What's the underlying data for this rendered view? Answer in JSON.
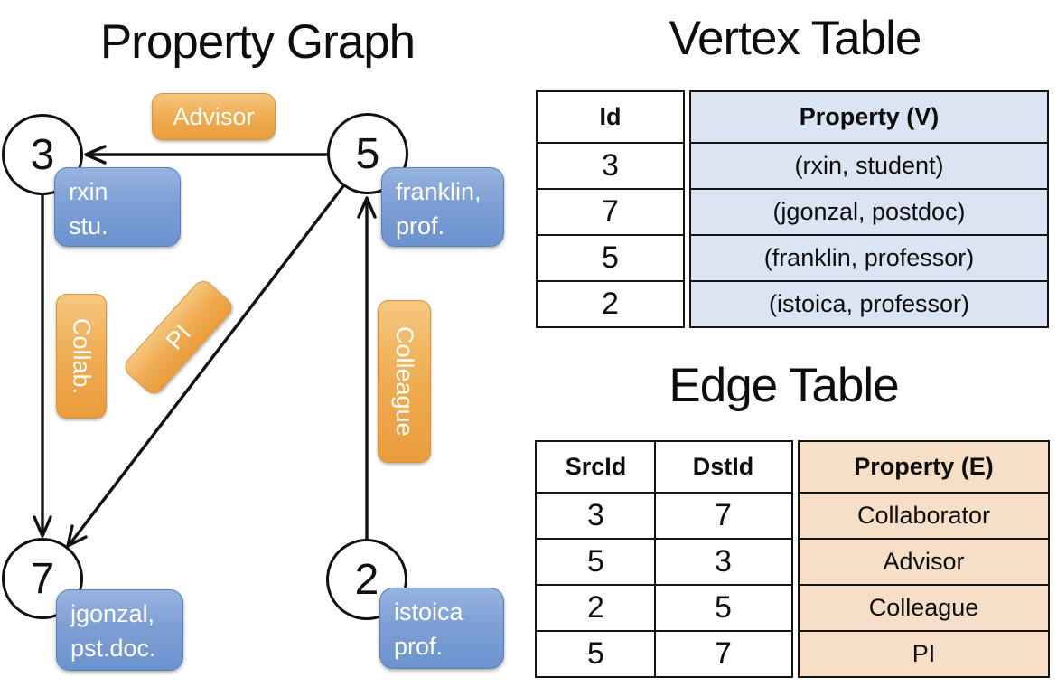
{
  "graph": {
    "title": "Property Graph",
    "nodes": [
      {
        "label": "3"
      },
      {
        "label": "5"
      },
      {
        "label": "7"
      },
      {
        "label": "2"
      }
    ],
    "vertex_boxes": [
      {
        "line1": "rxin",
        "line2": "stu."
      },
      {
        "line1": "franklin,",
        "line2": "prof."
      },
      {
        "line1": "jgonzal,",
        "line2": "pst.doc."
      },
      {
        "line1": "istoica",
        "line2": "prof."
      }
    ],
    "edge_labels": [
      {
        "name": "Advisor"
      },
      {
        "name": "Collab."
      },
      {
        "name": "PI"
      },
      {
        "name": "Colleague"
      }
    ]
  },
  "vertex_table": {
    "title": "Vertex Table",
    "headers": {
      "id": "Id",
      "property": "Property (V)"
    },
    "rows": [
      {
        "id": "3",
        "property": "(rxin, student)"
      },
      {
        "id": "7",
        "property": "(jgonzal, postdoc)"
      },
      {
        "id": "5",
        "property": "(franklin, professor)"
      },
      {
        "id": "2",
        "property": "(istoica, professor)"
      }
    ]
  },
  "edge_table": {
    "title": "Edge Table",
    "headers": {
      "src": "SrcId",
      "dst": "DstId",
      "property": "Property (E)"
    },
    "rows": [
      {
        "src": "3",
        "dst": "7",
        "property": "Collaborator"
      },
      {
        "src": "5",
        "dst": "3",
        "property": "Advisor"
      },
      {
        "src": "2",
        "dst": "5",
        "property": "Colleague"
      },
      {
        "src": "5",
        "dst": "7",
        "property": "PI"
      }
    ]
  },
  "colors": {
    "edge_label_orange": "#efa445",
    "vertex_box_blue": "#7b9fd6",
    "vertex_table_property_fill": "#dbe4f2",
    "edge_table_property_fill": "#f6dfc6",
    "line_black": "#111111"
  }
}
